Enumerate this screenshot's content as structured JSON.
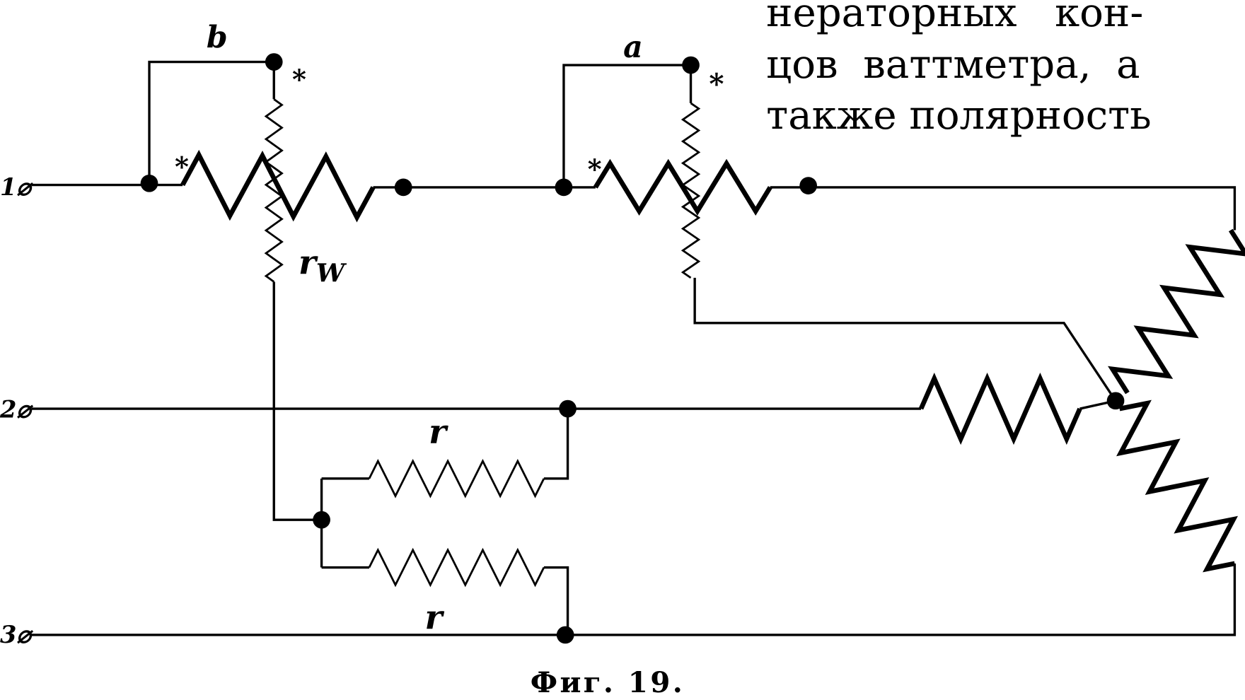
{
  "text_lines": [
    "нераторных   кон-",
    "цов  ваттметра,  а",
    "также полярность"
  ],
  "caption": "Фиг. 19.",
  "labels": {
    "phase1": "1⌀",
    "phase2": "2⌀",
    "phase3": "3⌀",
    "loop_b": "b",
    "loop_a": "a",
    "star": "*",
    "rw": "r",
    "rw_sub": "W",
    "r_upper": "r",
    "r_lower": "r"
  }
}
